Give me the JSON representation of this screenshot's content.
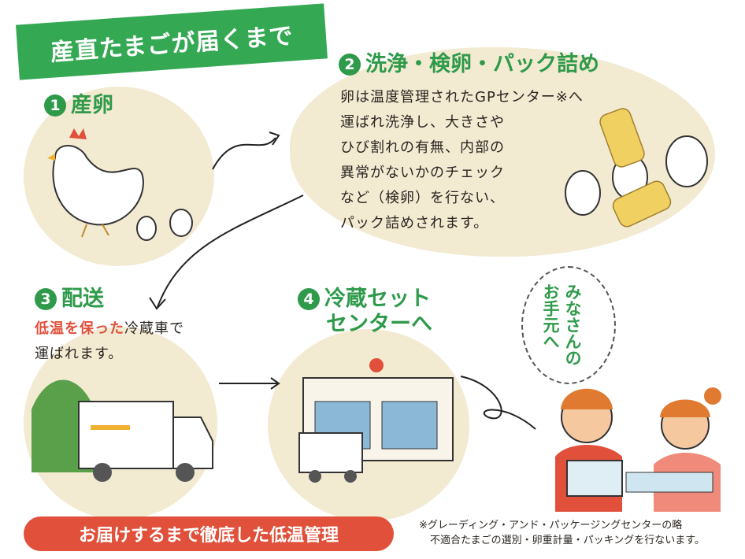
{
  "title": "産直たまごが届くまで",
  "steps": [
    {
      "num": "1",
      "label": "産卵"
    },
    {
      "num": "2",
      "label": "洗浄・検卵・パック詰め",
      "lines": [
        "卵は温度管理されたGPセンター※へ",
        "運ばれ洗浄し、大きさや",
        "ひび割れの有無、内部の",
        "異常がないかのチェック",
        "など（検卵）を行ない、",
        "パック詰めされます。"
      ]
    },
    {
      "num": "3",
      "label": "配送",
      "highlight": "低温を保った",
      "text_rest": "冷蔵車で",
      "text_line2": "運ばれます。"
    },
    {
      "num": "4",
      "label_line1": "冷蔵セット",
      "label_line2": "センターへ"
    }
  ],
  "destination": {
    "line1": "みなさんの",
    "line2": "お手元へ"
  },
  "bottom_banner": "お届けするまで徹底した低温管理",
  "footnote": {
    "line1": "※グレーディング・アンド・パッケージングセンターの略",
    "line2": "不適合たまごの選別・卵重計量・パッキングを行ないます。"
  },
  "colors": {
    "green": "#34a853",
    "red": "#e0503a",
    "beige": "#f3ead2"
  }
}
